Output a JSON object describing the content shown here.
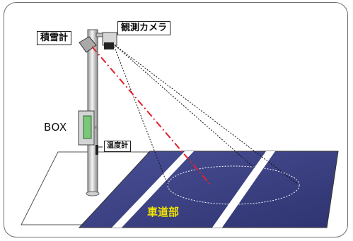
{
  "labels": {
    "snow_gauge": "積雪計",
    "camera": "観測カメラ",
    "box": "BOX",
    "thermometer": "温度計",
    "roadway": "車道部"
  },
  "colors": {
    "road": "#3a3f86",
    "road_stripe": "#ffffff",
    "laser": "#e0222a",
    "pole": "#e6e6e6",
    "box_panel": "#7ac77a",
    "road_label": "#f2e400"
  }
}
